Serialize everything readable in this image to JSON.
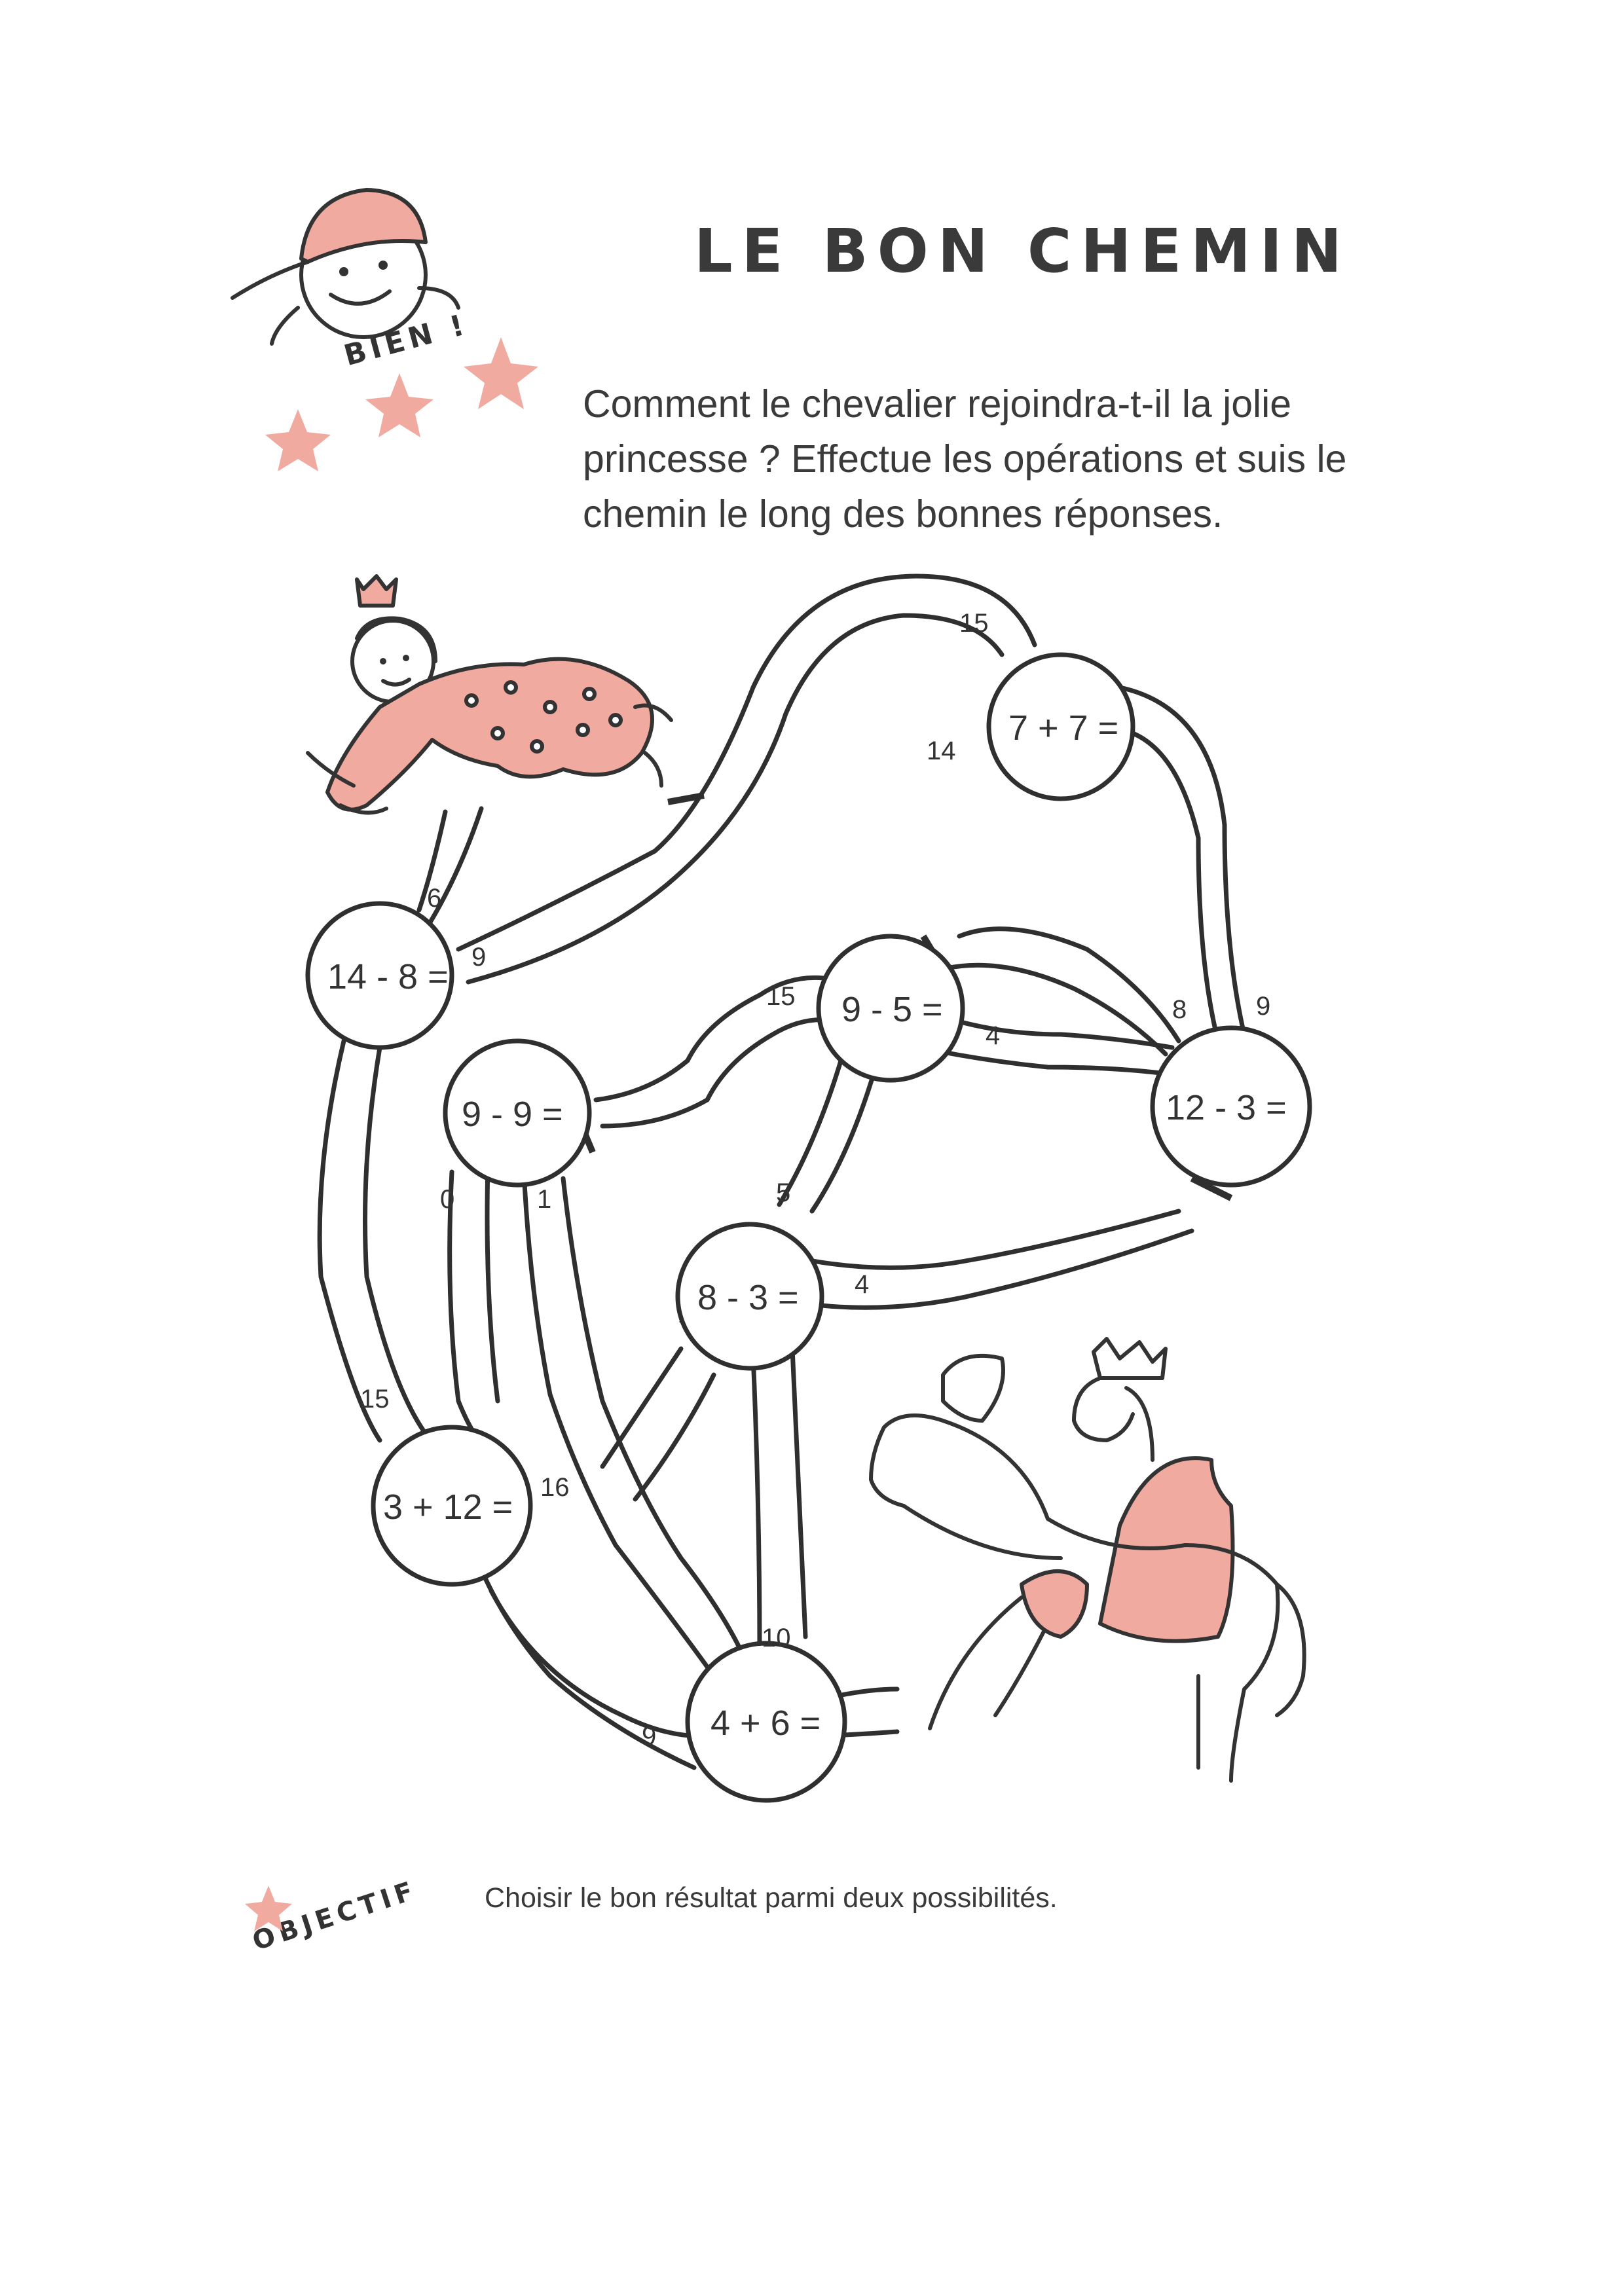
{
  "page": {
    "title": "LE BON CHEMIN",
    "instructions": "Comment le chevalier rejoindra-t-il la jolie princesse ? Effectue les opérations et suis le chemin le long des bonnes réponses.",
    "badge_label": "BIEN !",
    "objective_label": "OBJECTIF",
    "objective_text": "Choisir le bon résultat parmi deux possibilités."
  },
  "maze": {
    "nodes": [
      {
        "id": "n1",
        "expression": "14 - 8 ="
      },
      {
        "id": "n2",
        "expression": "7 + 7 ="
      },
      {
        "id": "n3",
        "expression": "9 - 5 ="
      },
      {
        "id": "n4",
        "expression": "12 - 3 ="
      },
      {
        "id": "n5",
        "expression": "9 - 9 ="
      },
      {
        "id": "n6",
        "expression": "8 - 3 ="
      },
      {
        "id": "n7",
        "expression": "3 + 12 ="
      },
      {
        "id": "n8",
        "expression": "4 + 6 ="
      }
    ],
    "path_labels": [
      "6",
      "9",
      "15",
      "14",
      "15",
      "8",
      "9",
      "4",
      "0",
      "1",
      "5",
      "4",
      "15",
      "16",
      "10",
      "9"
    ]
  },
  "colors": {
    "ink": "#2f2f2f",
    "accent_pink": "#f1aaa0"
  },
  "icons": [
    "princess-illustration",
    "knight-on-horse-illustration",
    "smiley-cap-icon",
    "star-icon"
  ]
}
